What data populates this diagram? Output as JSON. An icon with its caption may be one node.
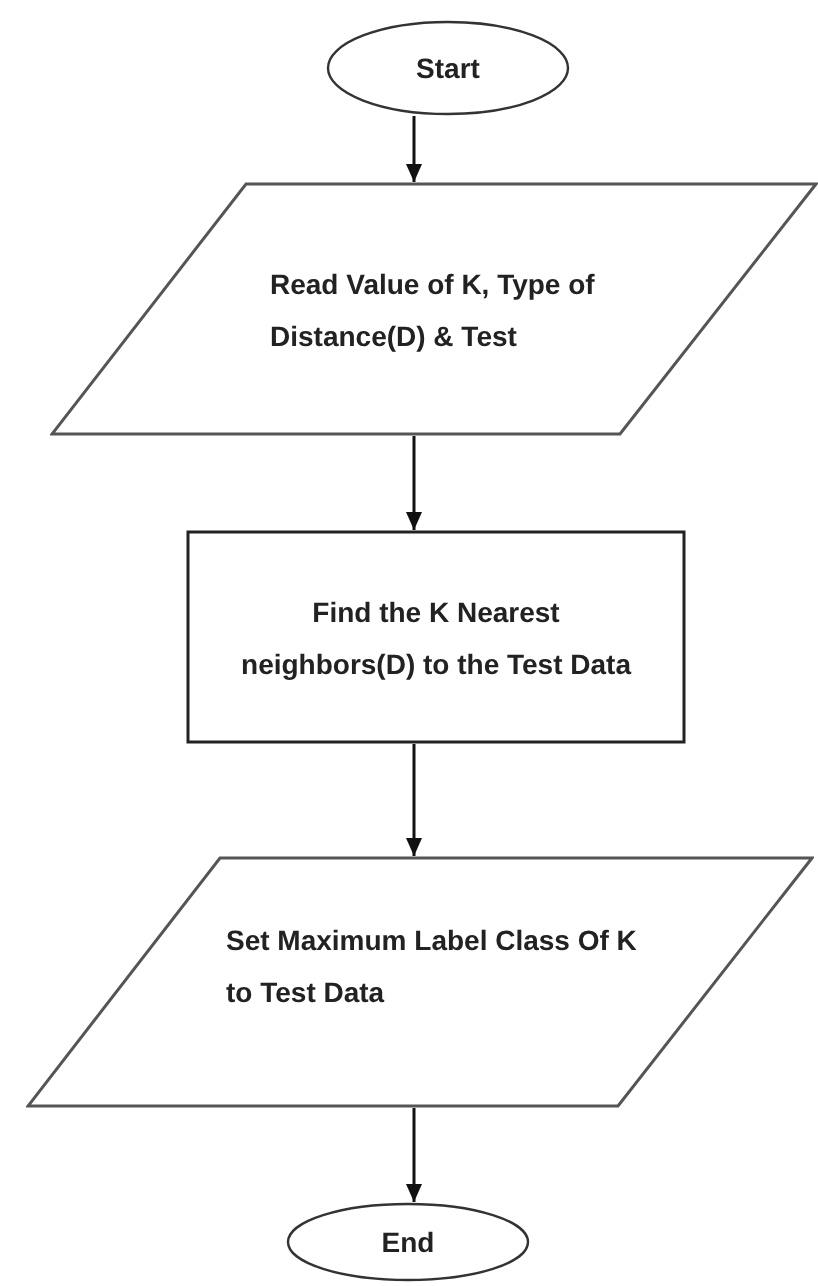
{
  "diagram": {
    "nodes": [
      {
        "text": [
          "Start"
        ]
      },
      {
        "text": [
          "Read Value of K, Type of Distance(D) & Test"
        ]
      },
      {
        "text": [
          "Find the K Nearest neighbors(D) to the Test Data"
        ]
      },
      {
        "text": [
          "Set Maximum Label Class Of K to Test Data"
        ]
      },
      {
        "text": [
          "End"
        ]
      }
    ],
    "edges": [
      {
        "from": 0,
        "to": 1,
        "arrow": "to"
      },
      {
        "from": 1,
        "to": 2,
        "arrow": "to"
      },
      {
        "from": 2,
        "to": 3,
        "arrow": "to"
      },
      {
        "from": 3,
        "to": 4,
        "arrow": "to"
      }
    ]
  }
}
